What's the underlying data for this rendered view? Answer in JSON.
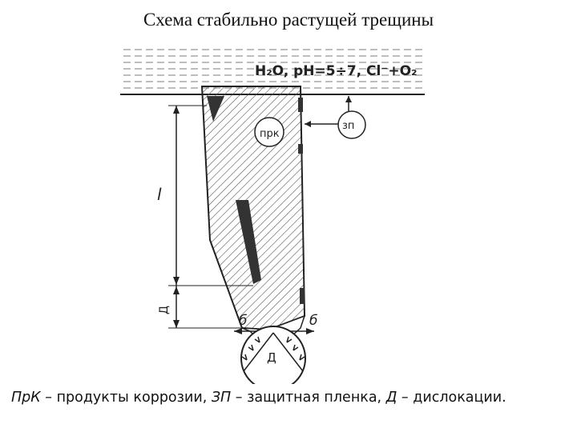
{
  "title": "Схема стабильно растущей трещины",
  "diagram": {
    "environment_label": "H₂O, pH=5÷7, Cl⁻+O₂",
    "corrosion_products_label": "прк",
    "protective_film_label": "зп",
    "dislocations_label": "Д",
    "length_label_l": "l",
    "length_label_d": "Д",
    "stress_label_left": "б",
    "stress_label_right": "б"
  },
  "caption": {
    "abbr_1": "ПрК",
    "text_1": " – продукты коррозии, ",
    "abbr_2": "ЗП",
    "text_2": " – защитная пленка, ",
    "abbr_3": "Д",
    "text_3": " – дислокации."
  }
}
